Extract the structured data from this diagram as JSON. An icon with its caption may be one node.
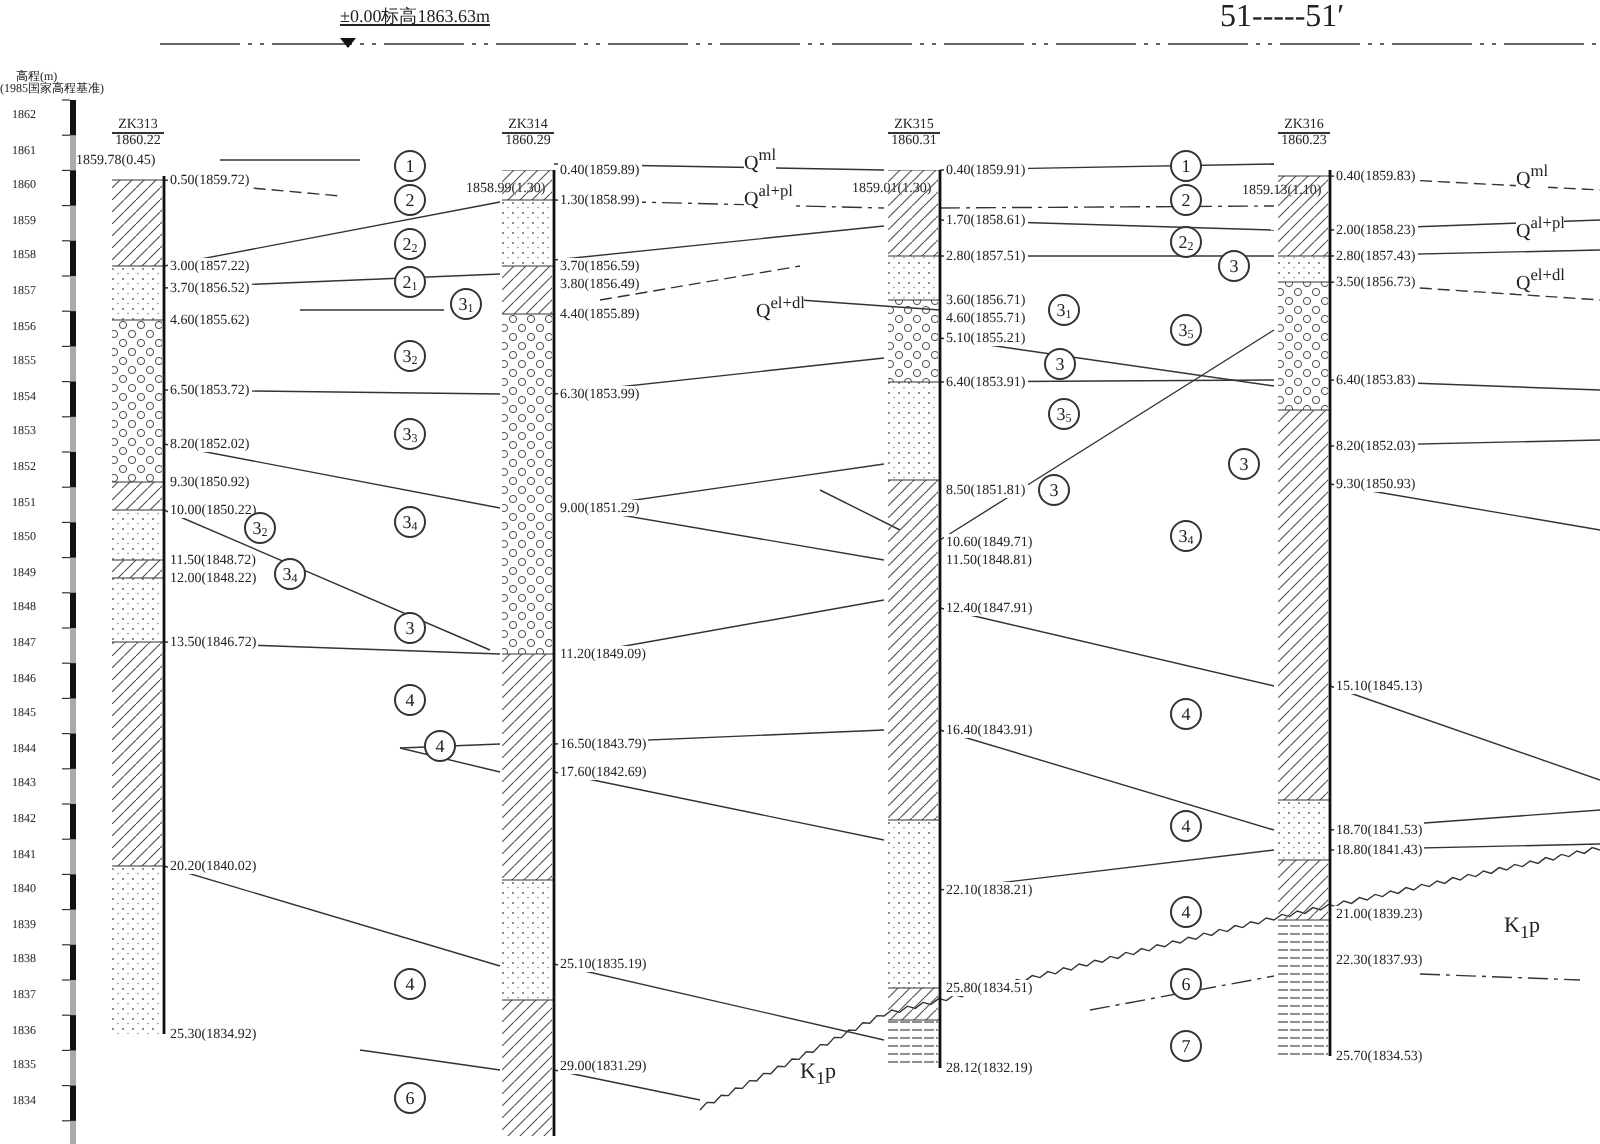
{
  "diagram": {
    "title": "51-----51′",
    "nodes": [
      {
        "text": [
          "ZK313",
          "1860.22",
          "1859.78(0.45)"
        ],
        "beside": [
          "0.50(1859.72)",
          "3.00(1857.22)",
          "3.70(1856.52)",
          "4.60(1855.62)",
          "6.50(1853.72)",
          "8.20(1852.02)",
          "9.30(1850.92)",
          "10.00(1850.22)",
          "11.50(1848.72)",
          "12.00(1848.22)",
          "13.50(1846.72)",
          "20.20(1840.02)",
          "25.30(1834.92)"
        ]
      },
      {
        "text": [
          "ZK314",
          "1860.29",
          "1858.99(1.30)"
        ],
        "beside": [
          "0.40(1859.89)",
          "1.30(1858.99)",
          "3.70(1856.59)",
          "3.80(1856.49)",
          "4.40(1855.89)",
          "6.30(1853.99)",
          "9.00(1851.29)",
          "11.20(1849.09)",
          "16.50(1843.79)",
          "17.60(1842.69)",
          "25.10(1835.19)",
          "29.00(1831.29)"
        ]
      },
      {
        "text": [
          "ZK315",
          "1860.31",
          "1859.01(1.30)"
        ],
        "beside": [
          "0.40(1859.91)",
          "1.70(1858.61)",
          "2.80(1857.51)",
          "3.60(1856.71)",
          "4.60(1855.71)",
          "5.10(1855.21)",
          "6.40(1853.91)",
          "8.50(1851.81)",
          "10.60(1849.71)",
          "11.50(1848.81)",
          "12.40(1847.91)",
          "16.40(1843.91)",
          "22.10(1838.21)",
          "25.80(1834.51)",
          "28.12(1832.19)"
        ]
      },
      {
        "text": [
          "ZK316",
          "1860.23",
          "1859.13(1.10)"
        ],
        "beside": [
          "0.40(1859.83)",
          "2.00(1858.23)",
          "2.80(1857.43)",
          "3.50(1856.73)",
          "6.40(1853.83)",
          "8.20(1852.03)",
          "9.30(1850.93)",
          "15.10(1845.13)",
          "18.70(1841.53)",
          "18.80(1841.43)",
          "21.00(1839.23)",
          "22.30(1837.93)",
          "25.70(1834.53)"
        ]
      },
      {
        "text": [
          "1"
        ]
      },
      {
        "text": [
          "2"
        ]
      },
      {
        "text": [
          "2$_{2}$"
        ]
      },
      {
        "text": [
          "2$_{1}$"
        ]
      },
      {
        "text": [
          "3$_{1}$"
        ]
      },
      {
        "text": [
          "3$_{2}$"
        ]
      },
      {
        "text": [
          "3$_{3}$"
        ]
      },
      {
        "text": [
          "3$_{4}$"
        ]
      },
      {
        "text": [
          "3$_{2}$"
        ]
      },
      {
        "text": [
          "3$_{4}$"
        ]
      },
      {
        "text": [
          "3"
        ]
      },
      {
        "text": [
          "4"
        ]
      },
      {
        "text": [
          "4"
        ]
      },
      {
        "text": [
          "4"
        ]
      },
      {
        "text": [
          "6"
        ]
      },
      {
        "text": [
          "1"
        ]
      },
      {
        "text": [
          "2"
        ]
      },
      {
        "text": [
          "2$_{2}$"
        ]
      },
      {
        "text": [
          "3"
        ]
      },
      {
        "text": [
          "3$_{1}$"
        ]
      },
      {
        "text": [
          "3$_{5}$"
        ]
      },
      {
        "text": [
          "3"
        ]
      },
      {
        "text": [
          "3$_{5}$"
        ]
      },
      {
        "text": [
          "3"
        ]
      },
      {
        "text": [
          "3"
        ]
      },
      {
        "text": [
          "3$_{4}$"
        ]
      },
      {
        "text": [
          "4"
        ]
      },
      {
        "text": [
          "4"
        ]
      },
      {
        "text": [
          "4"
        ]
      },
      {
        "text": [
          "6"
        ]
      },
      {
        "text": [
          "7"
        ]
      }
    ],
    "labels": [
      "±0.00标高1863.63m",
      "高程(m)",
      "(1985国家高程基准)",
      "1862",
      "1861",
      "1860",
      "1859",
      "1858",
      "1857",
      "1856",
      "1855",
      "1854",
      "1853",
      "1852",
      "1851",
      "1850",
      "1849",
      "1848",
      "1847",
      "1846",
      "1845",
      "1844",
      "1843",
      "1842",
      "1841",
      "1840",
      "1839",
      "1838",
      "1837",
      "1836",
      "1835",
      "1834",
      "Q$^{ml}$",
      "Q$^{al+pl}$",
      "Q$^{el+dl}$",
      "Q$^{ml}$",
      "Q$^{al+pl}$",
      "Q$^{el+dl}$",
      "K$_{1}$p",
      "K$_{1}$p"
    ]
  }
}
